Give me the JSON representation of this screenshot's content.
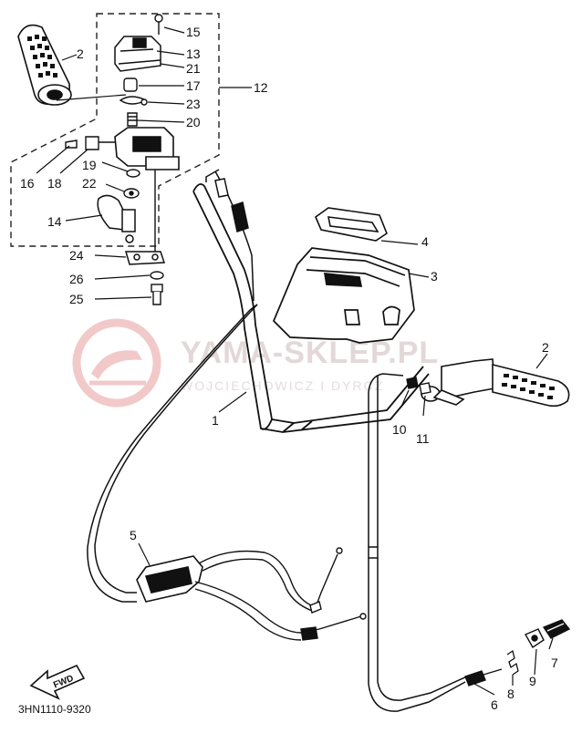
{
  "watermark": {
    "title": "YAMA-SKLEP.PL",
    "subtitle": "WOJCIECHOWICZ I DYRCZ",
    "logo_color": "#f2c9c9"
  },
  "diagram_code": "3HN1110-9320",
  "fwd_label": "FWD",
  "callouts": {
    "c1": "1",
    "c2a": "2",
    "c2b": "2",
    "c3": "3",
    "c4": "4",
    "c5": "5",
    "c6": "6",
    "c7": "7",
    "c8": "8",
    "c9": "9",
    "c10": "10",
    "c11": "11",
    "c12": "12",
    "c13": "13",
    "c14": "14",
    "c15": "15",
    "c16": "16",
    "c17": "17",
    "c18": "18",
    "c19": "19",
    "c20": "20",
    "c21": "21",
    "c22": "22",
    "c23": "23",
    "c24": "24",
    "c25": "25",
    "c26": "26"
  }
}
